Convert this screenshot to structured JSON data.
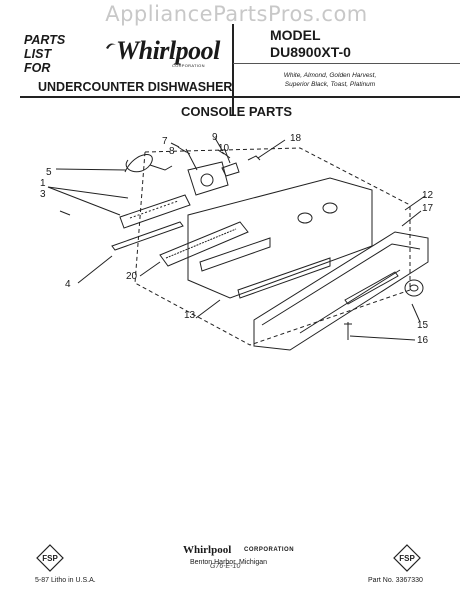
{
  "watermark": "AppliancePartsPros.com",
  "header": {
    "parts_list_line1": "PARTS",
    "parts_list_line2": "LIST",
    "parts_list_line3": "FOR",
    "brand": "Whirlpool",
    "brand_corp": "CORPORATION",
    "model_label": "MODEL",
    "model_number": "DU8900XT-0",
    "colors_line1": "White, Almond, Golden Harvest,",
    "colors_line2": "Superior Black, Toast, Platinum",
    "product_type": "UNDERCOUNTER DISHWASHER"
  },
  "section_title": "CONSOLE PARTS",
  "callouts": [
    "1",
    "3",
    "4",
    "5",
    "7",
    "8",
    "9",
    "10",
    "12",
    "13",
    "15",
    "16",
    "17",
    "18",
    "20"
  ],
  "footer": {
    "fsp_text": "FSP",
    "corp_name": "Whirlpool",
    "corp_word": "CORPORATION",
    "address": "Benton Harbor, Michigan",
    "litho": "5-87  Litho in U.S.A.",
    "handwritten": "G76-E-10",
    "part_no": "Part No. 3367330"
  }
}
